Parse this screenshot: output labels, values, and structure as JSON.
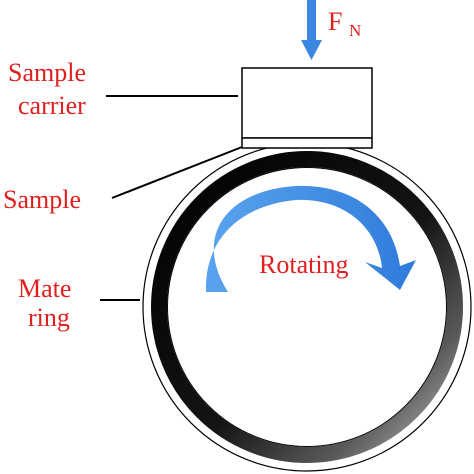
{
  "labels": {
    "force_main": "F",
    "force_sub": "N",
    "sample_carrier_line1": "Sample",
    "sample_carrier_line2": "carrier",
    "sample": "Sample",
    "mate_ring_line1": "Mate",
    "mate_ring_line2": "ring",
    "rotating": "Rotating"
  },
  "colors": {
    "label_text": "#e0201e",
    "arrow_blue": "#3b86e0",
    "outline": "#000000",
    "background": "#ffffff"
  }
}
